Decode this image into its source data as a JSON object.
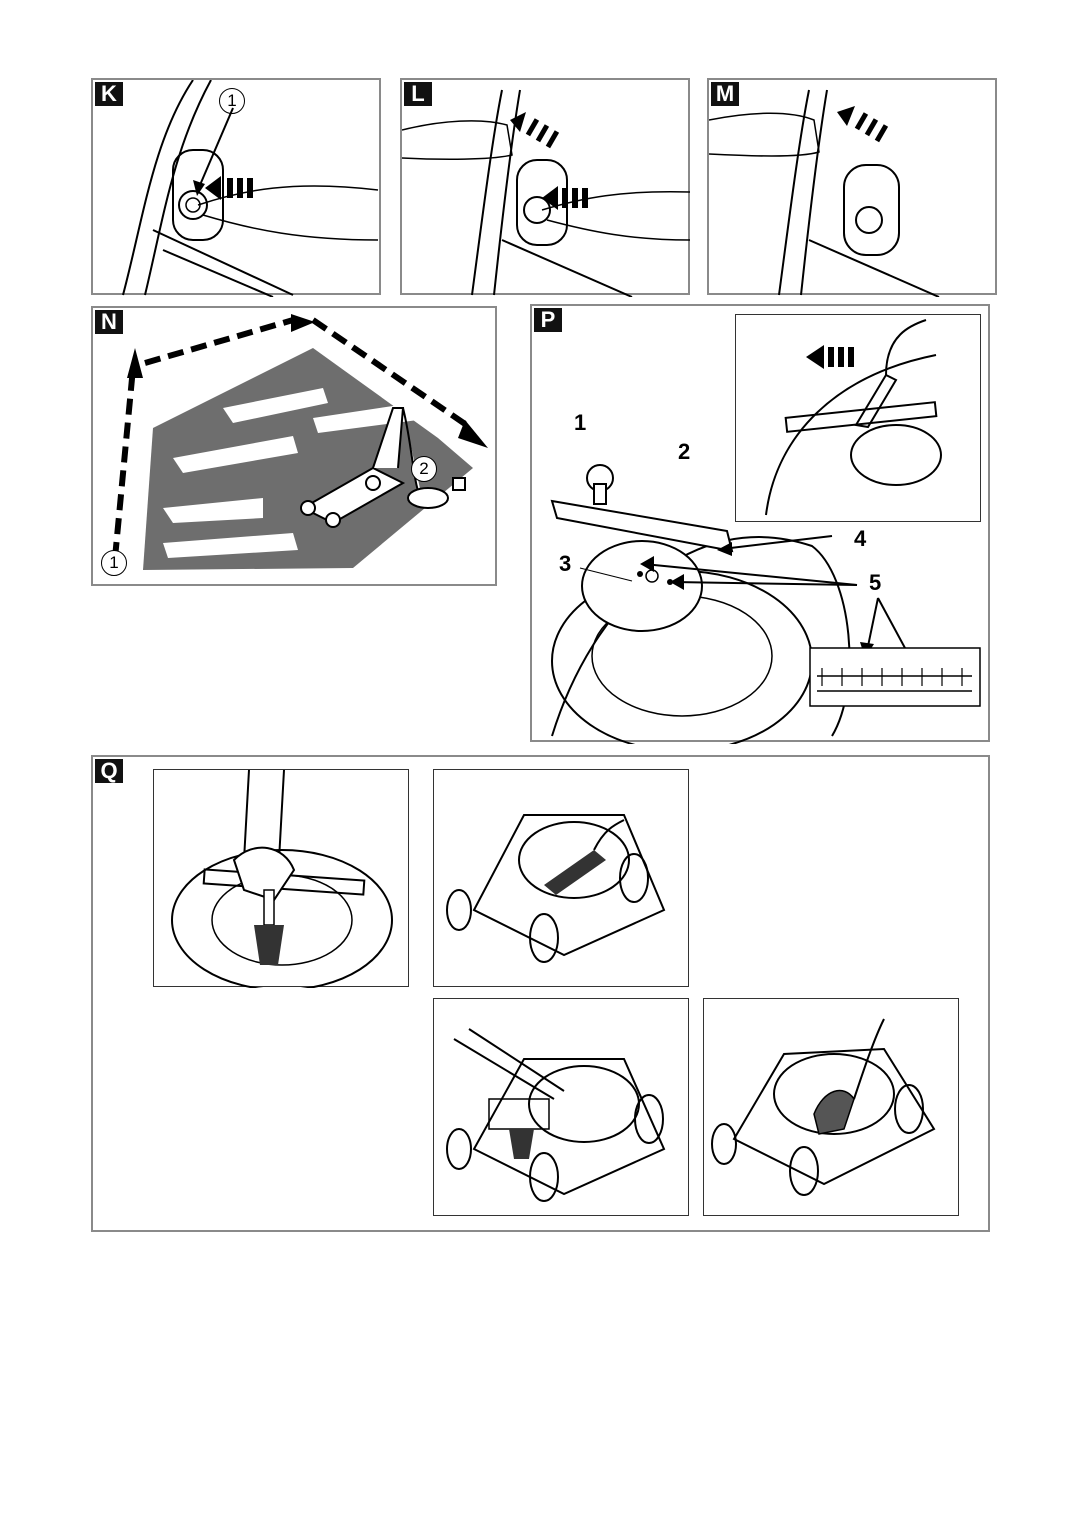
{
  "panels": {
    "k": {
      "letter": "K",
      "callout_1": "1"
    },
    "l": {
      "letter": "L"
    },
    "m": {
      "letter": "M"
    },
    "n": {
      "letter": "N",
      "callout_1": "1",
      "callout_2": "2"
    },
    "p": {
      "letter": "P",
      "label_1": "1",
      "label_2": "2",
      "label_3": "3",
      "label_4": "4",
      "label_5": "5"
    },
    "q": {
      "letter": "Q"
    }
  },
  "colors": {
    "frame": "#8a8a8a",
    "ink": "#000000",
    "lawn": "#6e6e6e",
    "tag_bg": "#111111"
  }
}
